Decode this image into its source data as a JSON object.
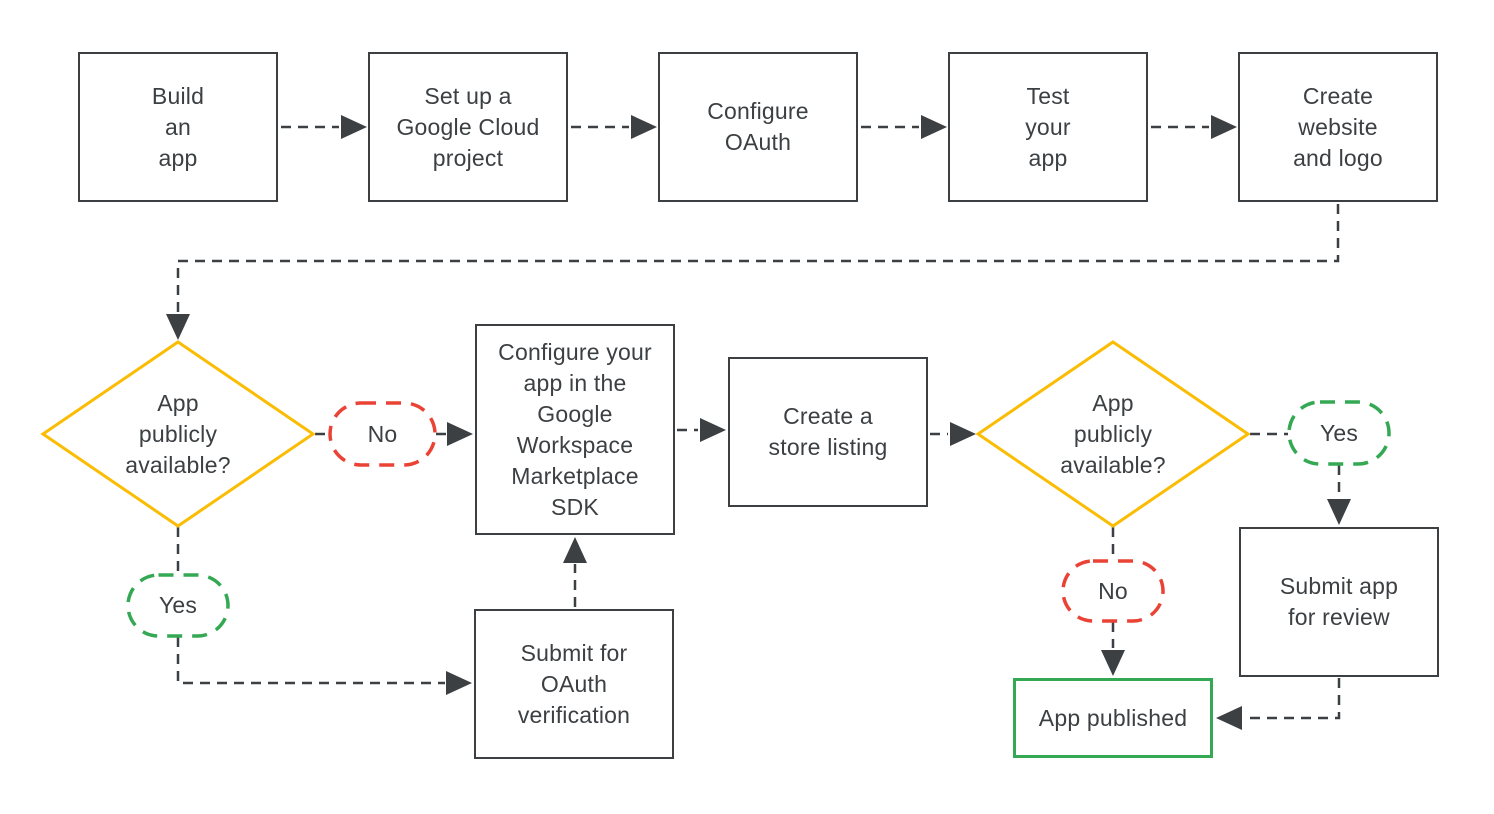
{
  "colors": {
    "line": "#3C4043",
    "text": "#3C4043",
    "decision_border": "#FBBC04",
    "no_border": "#EA4335",
    "yes_border": "#34A853",
    "published_border": "#34A853",
    "background": "#FFFFFF"
  },
  "nodes": {
    "build_app": {
      "label": "Build\nan\napp"
    },
    "setup_project": {
      "label": "Set up a\nGoogle Cloud\nproject"
    },
    "configure_oauth": {
      "label": "Configure\nOAuth"
    },
    "test_app": {
      "label": "Test\nyour\napp"
    },
    "create_website": {
      "label": "Create\nwebsite\nand logo"
    },
    "decision_public_1": {
      "label": "App\npublicly\navailable?"
    },
    "no_1": {
      "label": "No"
    },
    "yes_1": {
      "label": "Yes"
    },
    "configure_marketplace_sdk": {
      "label": "Configure your\napp in the\nGoogle\nWorkspace\nMarketplace\nSDK"
    },
    "submit_oauth_verification": {
      "label": "Submit for\nOAuth\nverification"
    },
    "create_store_listing": {
      "label": "Create a\nstore listing"
    },
    "decision_public_2": {
      "label": "App\npublicly\navailable?"
    },
    "yes_2": {
      "label": "Yes"
    },
    "no_2": {
      "label": "No"
    },
    "submit_app_review": {
      "label": "Submit app\nfor review"
    },
    "app_published": {
      "label": "App published"
    }
  }
}
